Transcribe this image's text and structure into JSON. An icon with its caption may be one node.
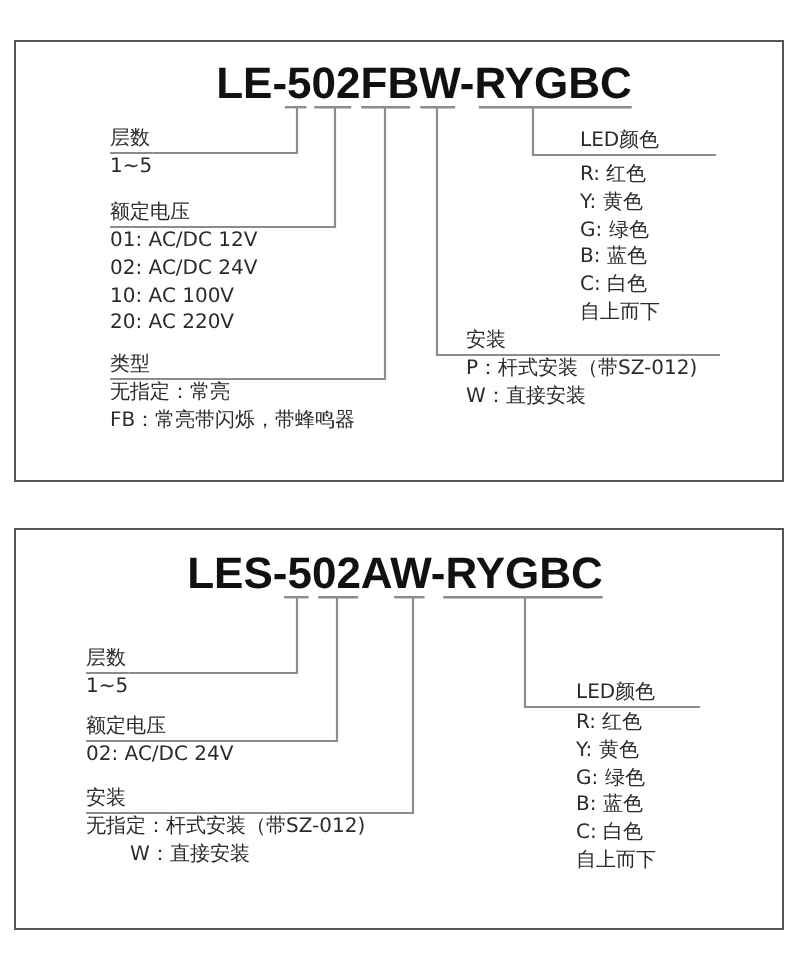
{
  "diagram": {
    "nodes": [
      {
        "text": [],
        "shape": "box"
      },
      {
        "text": [
          "LE-502FBW-RYGBC"
        ],
        "in": 0
      },
      {
        "text": [
          "层数",
          "1~5"
        ],
        "in": 0
      },
      {
        "text": [
          "额定电压",
          "01: AC/DC 12V",
          "02: AC/DC 24V",
          "10: AC 100V",
          "20: AC 220V"
        ],
        "in": 0
      },
      {
        "text": [
          "类型",
          "无指定：常亮",
          "FB：常亮带闪烁，带蜂鸣器"
        ],
        "in": 0
      },
      {
        "text": [
          "安装",
          "P：杆式安装（带SZ-012)",
          "W：直接安装"
        ],
        "in": 0
      },
      {
        "text": [
          "LED颜色",
          "R: 红色",
          "Y: 黄色",
          "G: 绿色",
          "B: 蓝色",
          "C: 白色",
          "自上而下"
        ],
        "in": 0
      },
      {
        "text": [],
        "shape": "box"
      },
      {
        "text": [
          "LES-502AW-RYGBC"
        ],
        "in": 7
      },
      {
        "text": [
          "层数",
          "1~5"
        ],
        "in": 7
      },
      {
        "text": [
          "额定电压",
          "02: AC/DC 24V"
        ],
        "in": 7
      },
      {
        "text": [
          "安装",
          "无指定：杆式安装（带SZ-012)",
          "W：直接安装"
        ],
        "in": 7
      },
      {
        "text": [
          "LED颜色",
          "R: 红色",
          "Y: 黄色",
          "G: 绿色",
          "B: 蓝色",
          "C: 白色",
          "自上而下"
        ],
        "in": 7
      }
    ],
    "edges": [
      {
        "from": 2,
        "to": 1,
        "arrow": "none"
      },
      {
        "from": 3,
        "to": 1,
        "arrow": "none"
      },
      {
        "from": 4,
        "to": 1,
        "arrow": "none"
      },
      {
        "from": 5,
        "to": 1,
        "arrow": "none"
      },
      {
        "from": 6,
        "to": 1,
        "arrow": "none"
      },
      {
        "from": 9,
        "to": 8,
        "arrow": "none"
      },
      {
        "from": 10,
        "to": 8,
        "arrow": "none"
      },
      {
        "from": 11,
        "to": 8,
        "arrow": "none"
      },
      {
        "from": 12,
        "to": 8,
        "arrow": "none"
      }
    ]
  }
}
